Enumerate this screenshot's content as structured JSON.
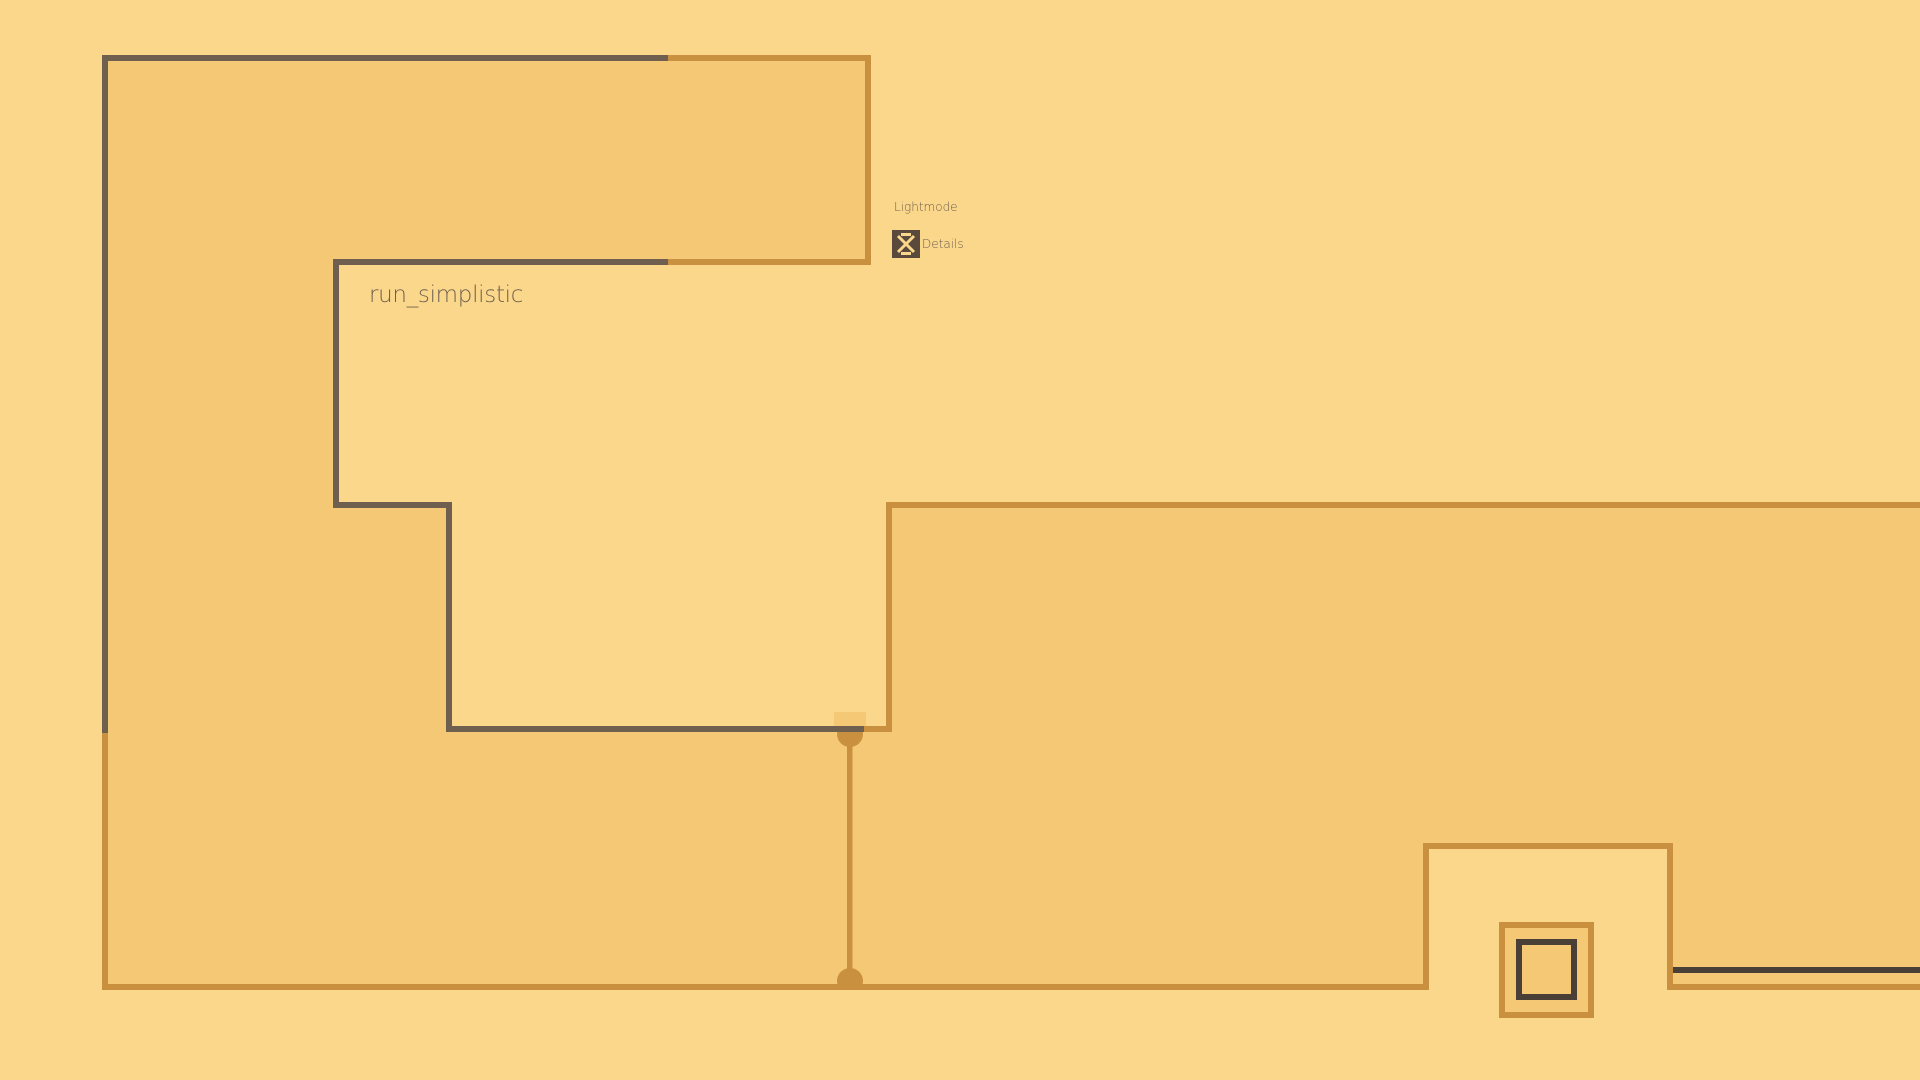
{
  "level": {
    "name": "run_simplistic"
  },
  "settings": {
    "lightmode_label": "Lightmode",
    "details_label": "Details",
    "details_checked": true
  },
  "colors": {
    "background": "#fbd78b",
    "block_fill": "#f4c874",
    "edge_outline": "#c9913f",
    "path_trace": "#6e5f4e",
    "player": "#4a3f36"
  },
  "icons": {
    "details_checkbox": "x-mark-icon",
    "player": "square-player-icon",
    "goal": "square-goal-icon"
  }
}
